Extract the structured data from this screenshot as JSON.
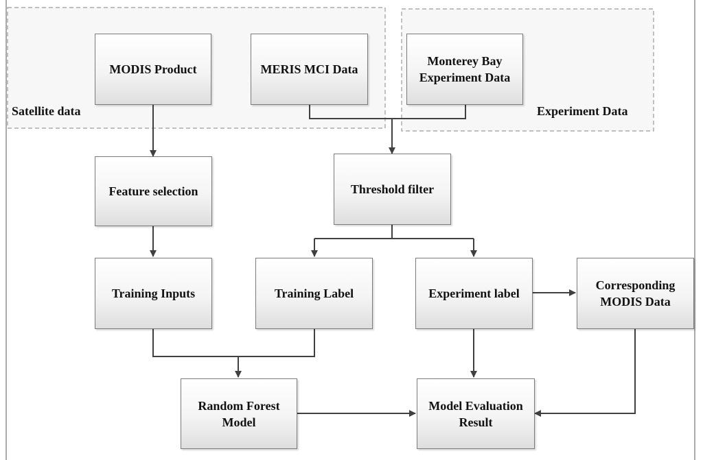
{
  "groups": {
    "satellite": "Satellite data",
    "experiment": "Experiment Data"
  },
  "nodes": {
    "modis_product": "MODIS Product",
    "meris_mci": "MERIS MCI Data",
    "monterey_bay": "Monterey Bay\nExperiment Data",
    "feature_selection": "Feature selection",
    "threshold_filter": "Threshold filter",
    "training_inputs": "Training Inputs",
    "training_label": "Training Label",
    "experiment_label": "Experiment label",
    "corresponding_modis": "Corresponding\nMODIS Data",
    "random_forest": "Random Forest\nModel",
    "model_evaluation": "Model Evaluation\nResult"
  }
}
